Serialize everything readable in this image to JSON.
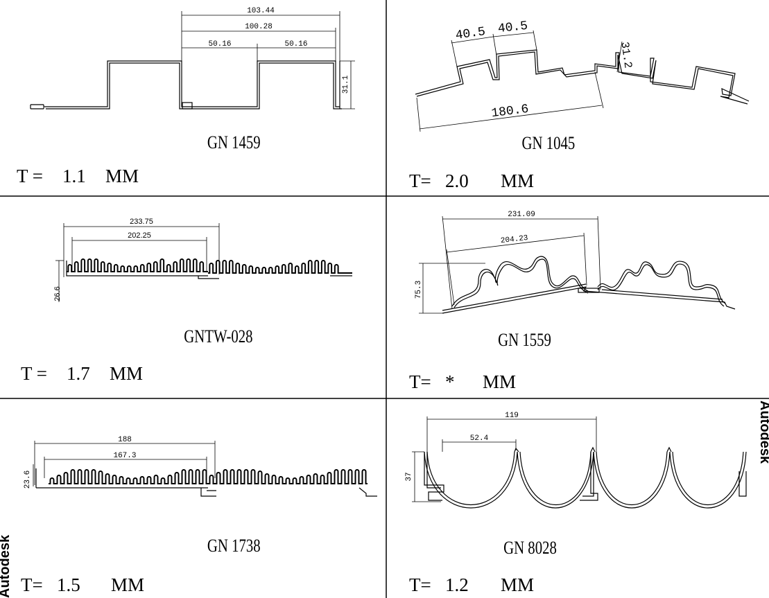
{
  "watermark": "Autodesk",
  "panels": [
    {
      "name": "GN 1459",
      "thickness_prefix": "T =",
      "thickness_value": "1.1",
      "thickness_unit": "MM",
      "dimensions": [
        "103.44",
        "100.28",
        "50.16",
        "50.16",
        "31.1"
      ]
    },
    {
      "name": "GN 1045",
      "thickness_prefix": "T=",
      "thickness_value": "2.0",
      "thickness_unit": "MM",
      "dimensions": [
        "40.5",
        "40.5",
        "31.2",
        "180.6"
      ]
    },
    {
      "name": "GNTW-028",
      "thickness_prefix": "T =",
      "thickness_value": "1.7",
      "thickness_unit": "MM",
      "dimensions": [
        "233.75",
        "202.25",
        "26.6"
      ]
    },
    {
      "name": "GN 1559",
      "thickness_prefix": "T=",
      "thickness_value": "*",
      "thickness_unit": "MM",
      "dimensions": [
        "231.09",
        "204.23",
        "75.3"
      ]
    },
    {
      "name": "GN 1738",
      "thickness_prefix": "T=",
      "thickness_value": "1.5",
      "thickness_unit": "MM",
      "dimensions": [
        "188",
        "167.3",
        "23.6"
      ]
    },
    {
      "name": "GN 8028",
      "thickness_prefix": "T=",
      "thickness_value": "1.2",
      "thickness_unit": "MM",
      "dimensions": [
        "119",
        "52.4",
        "37"
      ]
    }
  ]
}
